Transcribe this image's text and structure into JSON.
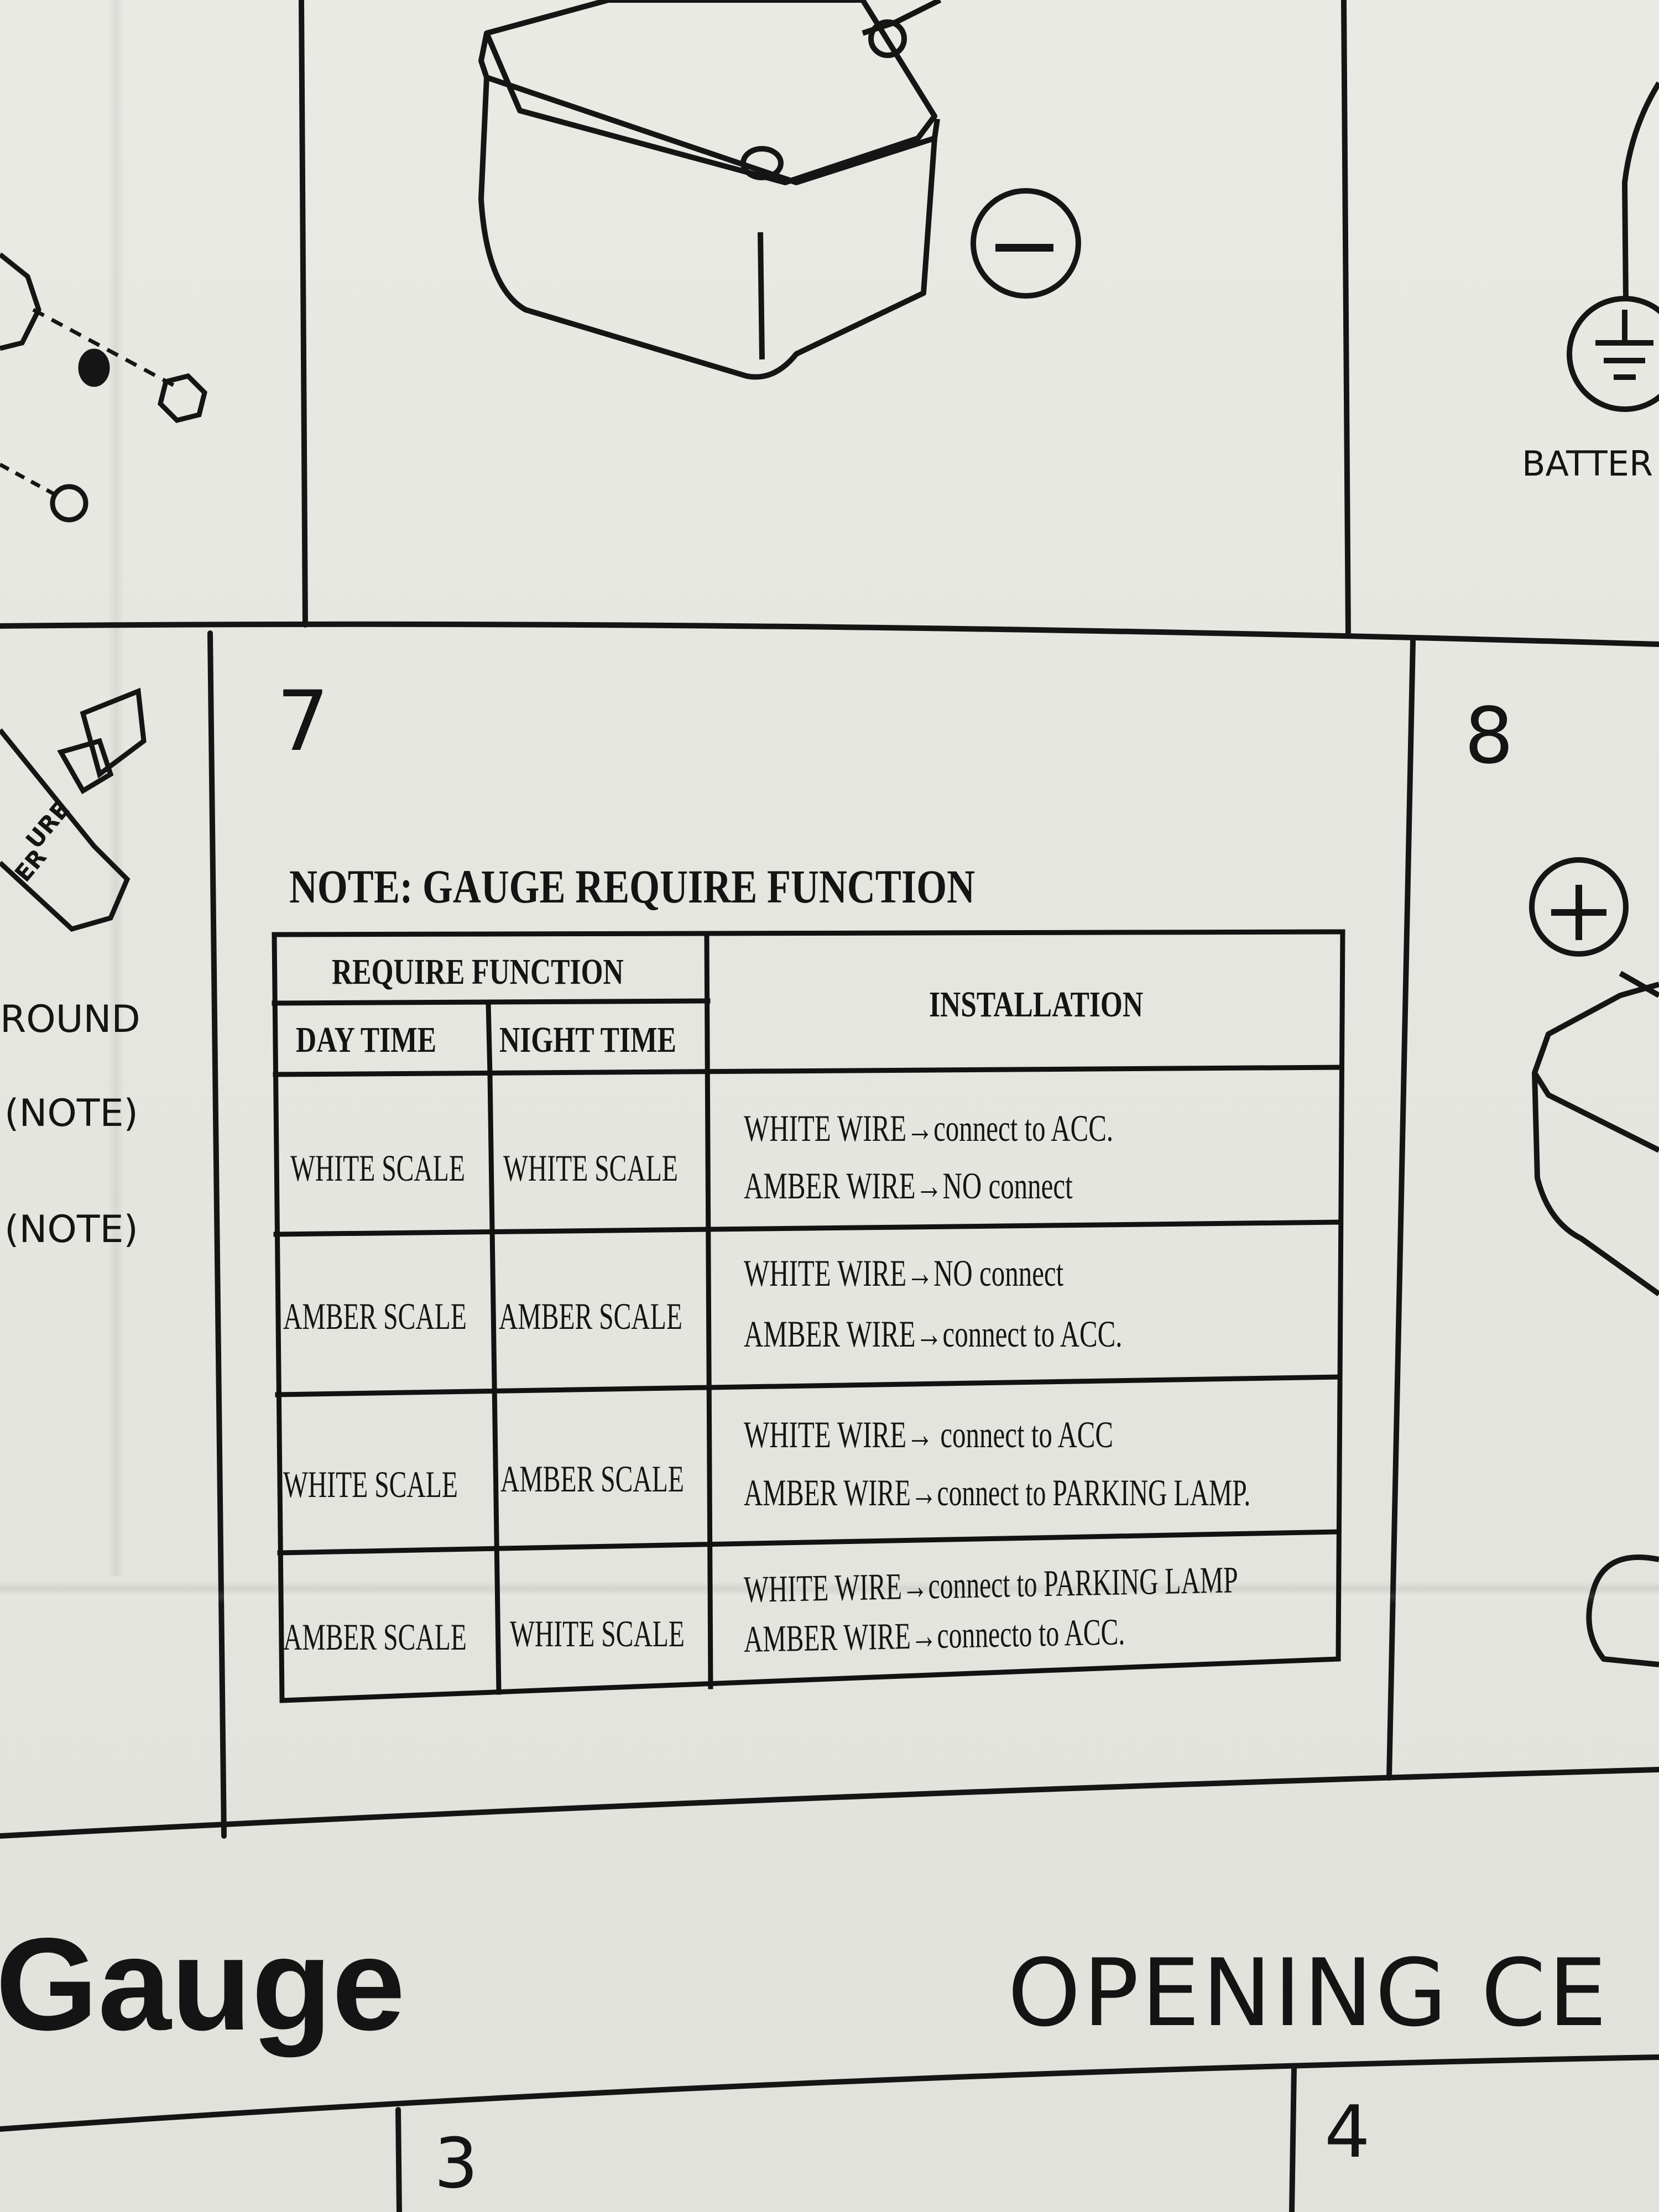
{
  "document": {
    "panels": {
      "seven": {
        "number": "7"
      },
      "eight": {
        "number": "8"
      },
      "three": {
        "number": "3"
      },
      "four": {
        "number": "4"
      }
    },
    "side_labels": {
      "ground": "ROUND",
      "note_a": "(NOTE)",
      "note_b": "(NOTE)",
      "rotated_a": "URE",
      "rotated_b": "ER",
      "battery": "BATTER"
    },
    "symbols": {
      "minus": "−",
      "plus": "+"
    },
    "note_title": "NOTE: GAUGE REQUIRE FUNCTION",
    "table": {
      "header": {
        "require_function": "REQUIRE FUNCTION",
        "day_time": "DAY TIME",
        "night_time": "NIGHT TIME",
        "installation": "INSTALLATION"
      },
      "rows": [
        {
          "day": "WHITE SCALE",
          "night": "WHITE SCALE",
          "line1": "WHITE WIRE→connect to ACC.",
          "line2": "AMBER WIRE→NO connect"
        },
        {
          "day": "AMBER SCALE",
          "night": "AMBER SCALE",
          "line1": "WHITE WIRE→NO connect",
          "line2": "AMBER WIRE→connect to ACC."
        },
        {
          "day": "WHITE SCALE",
          "night": "AMBER SCALE",
          "line1": "WHITE WIRE→ connect to ACC",
          "line2": "AMBER WIRE→connect to PARKING LAMP."
        },
        {
          "day": "AMBER SCALE",
          "night": "WHITE SCALE",
          "line1": "WHITE WIRE→connect to PARKING LAMP",
          "line2": "AMBER WIRE→connecto to ACC."
        }
      ]
    },
    "footer": {
      "left_title": "Gauge",
      "right_title": "OPENING CE"
    }
  }
}
